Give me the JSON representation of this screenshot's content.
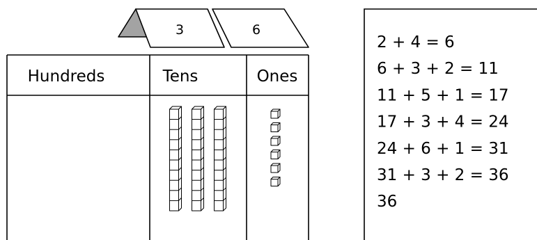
{
  "place_value_chart": {
    "tent_cards": [
      {
        "digit": "3"
      },
      {
        "digit": "6"
      }
    ],
    "columns": [
      {
        "header": "Hundreds",
        "rods": 0,
        "units": 0
      },
      {
        "header": "Tens",
        "rods": 3,
        "units": 0
      },
      {
        "header": "Ones",
        "rods": 0,
        "units": 6
      }
    ]
  },
  "work": {
    "lines": [
      "2 + 4 = 6",
      "6 + 3 + 2 = 11",
      "11 + 5 + 1 = 17",
      "17 + 3 + 4 = 24",
      "24 + 6 + 1 = 31",
      "31 + 3 + 2 = 36",
      "36"
    ]
  }
}
